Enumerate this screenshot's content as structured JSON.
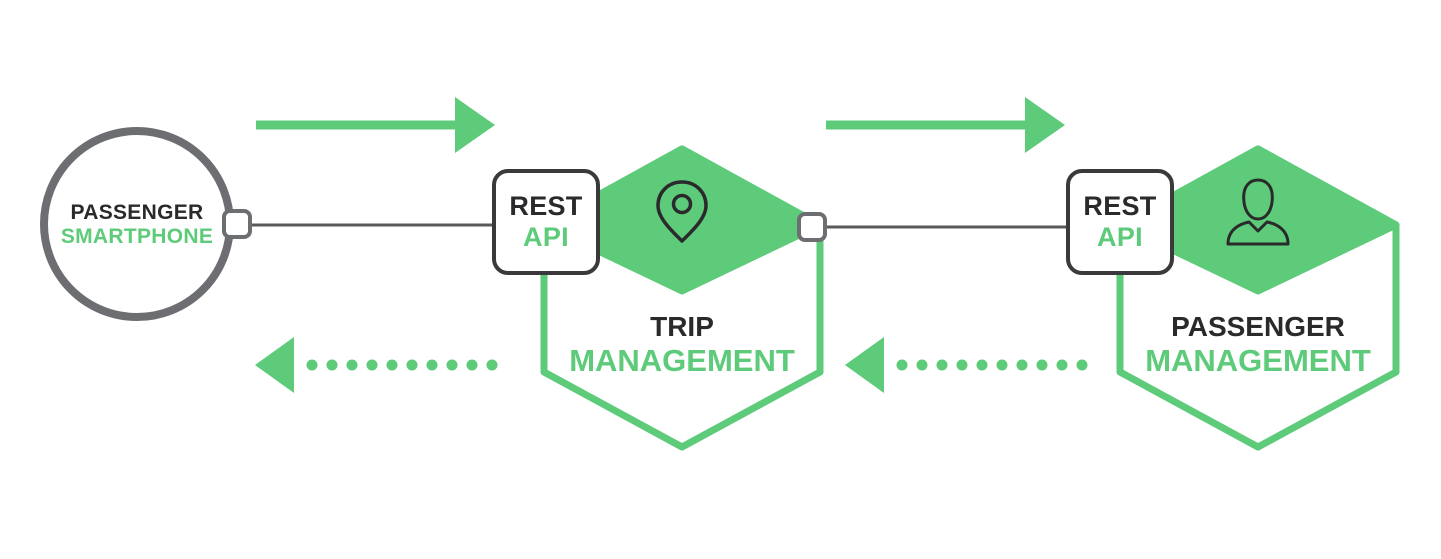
{
  "diagram": {
    "title": "passenger-trip-management-flow",
    "nodes": {
      "smartphone": {
        "line1": "PASSENGER",
        "line2": "SMARTPHONE",
        "shape": "circle"
      },
      "rest_api_left": {
        "line1": "REST",
        "line2": "API",
        "shape": "rounded-square"
      },
      "trip_management": {
        "line1": "TRIP",
        "line2": "MANAGEMENT",
        "shape": "hexagon",
        "icon": "location-pin-icon"
      },
      "rest_api_right": {
        "line1": "REST",
        "line2": "API",
        "shape": "rounded-square"
      },
      "passenger_management": {
        "line1": "PASSENGER",
        "line2": "MANAGEMENT",
        "shape": "hexagon",
        "icon": "person-icon"
      }
    },
    "connections": {
      "top_left_arrow": {
        "style": "solid",
        "direction": "right"
      },
      "top_right_arrow": {
        "style": "solid",
        "direction": "right"
      },
      "bottom_left_arrow": {
        "style": "dotted",
        "direction": "left"
      },
      "bottom_right_arrow": {
        "style": "dotted",
        "direction": "left"
      },
      "link_smartphone_to_rest": {
        "style": "solid-line"
      },
      "link_trip_to_rest": {
        "style": "solid-line"
      }
    },
    "colors": {
      "green": "#5DCB79",
      "dark_text": "#2A2A2C",
      "circle_border": "#6D6E71",
      "connector_line": "#58595B",
      "box_border": "#3A3A3C",
      "background": "#FFFFFF"
    }
  }
}
